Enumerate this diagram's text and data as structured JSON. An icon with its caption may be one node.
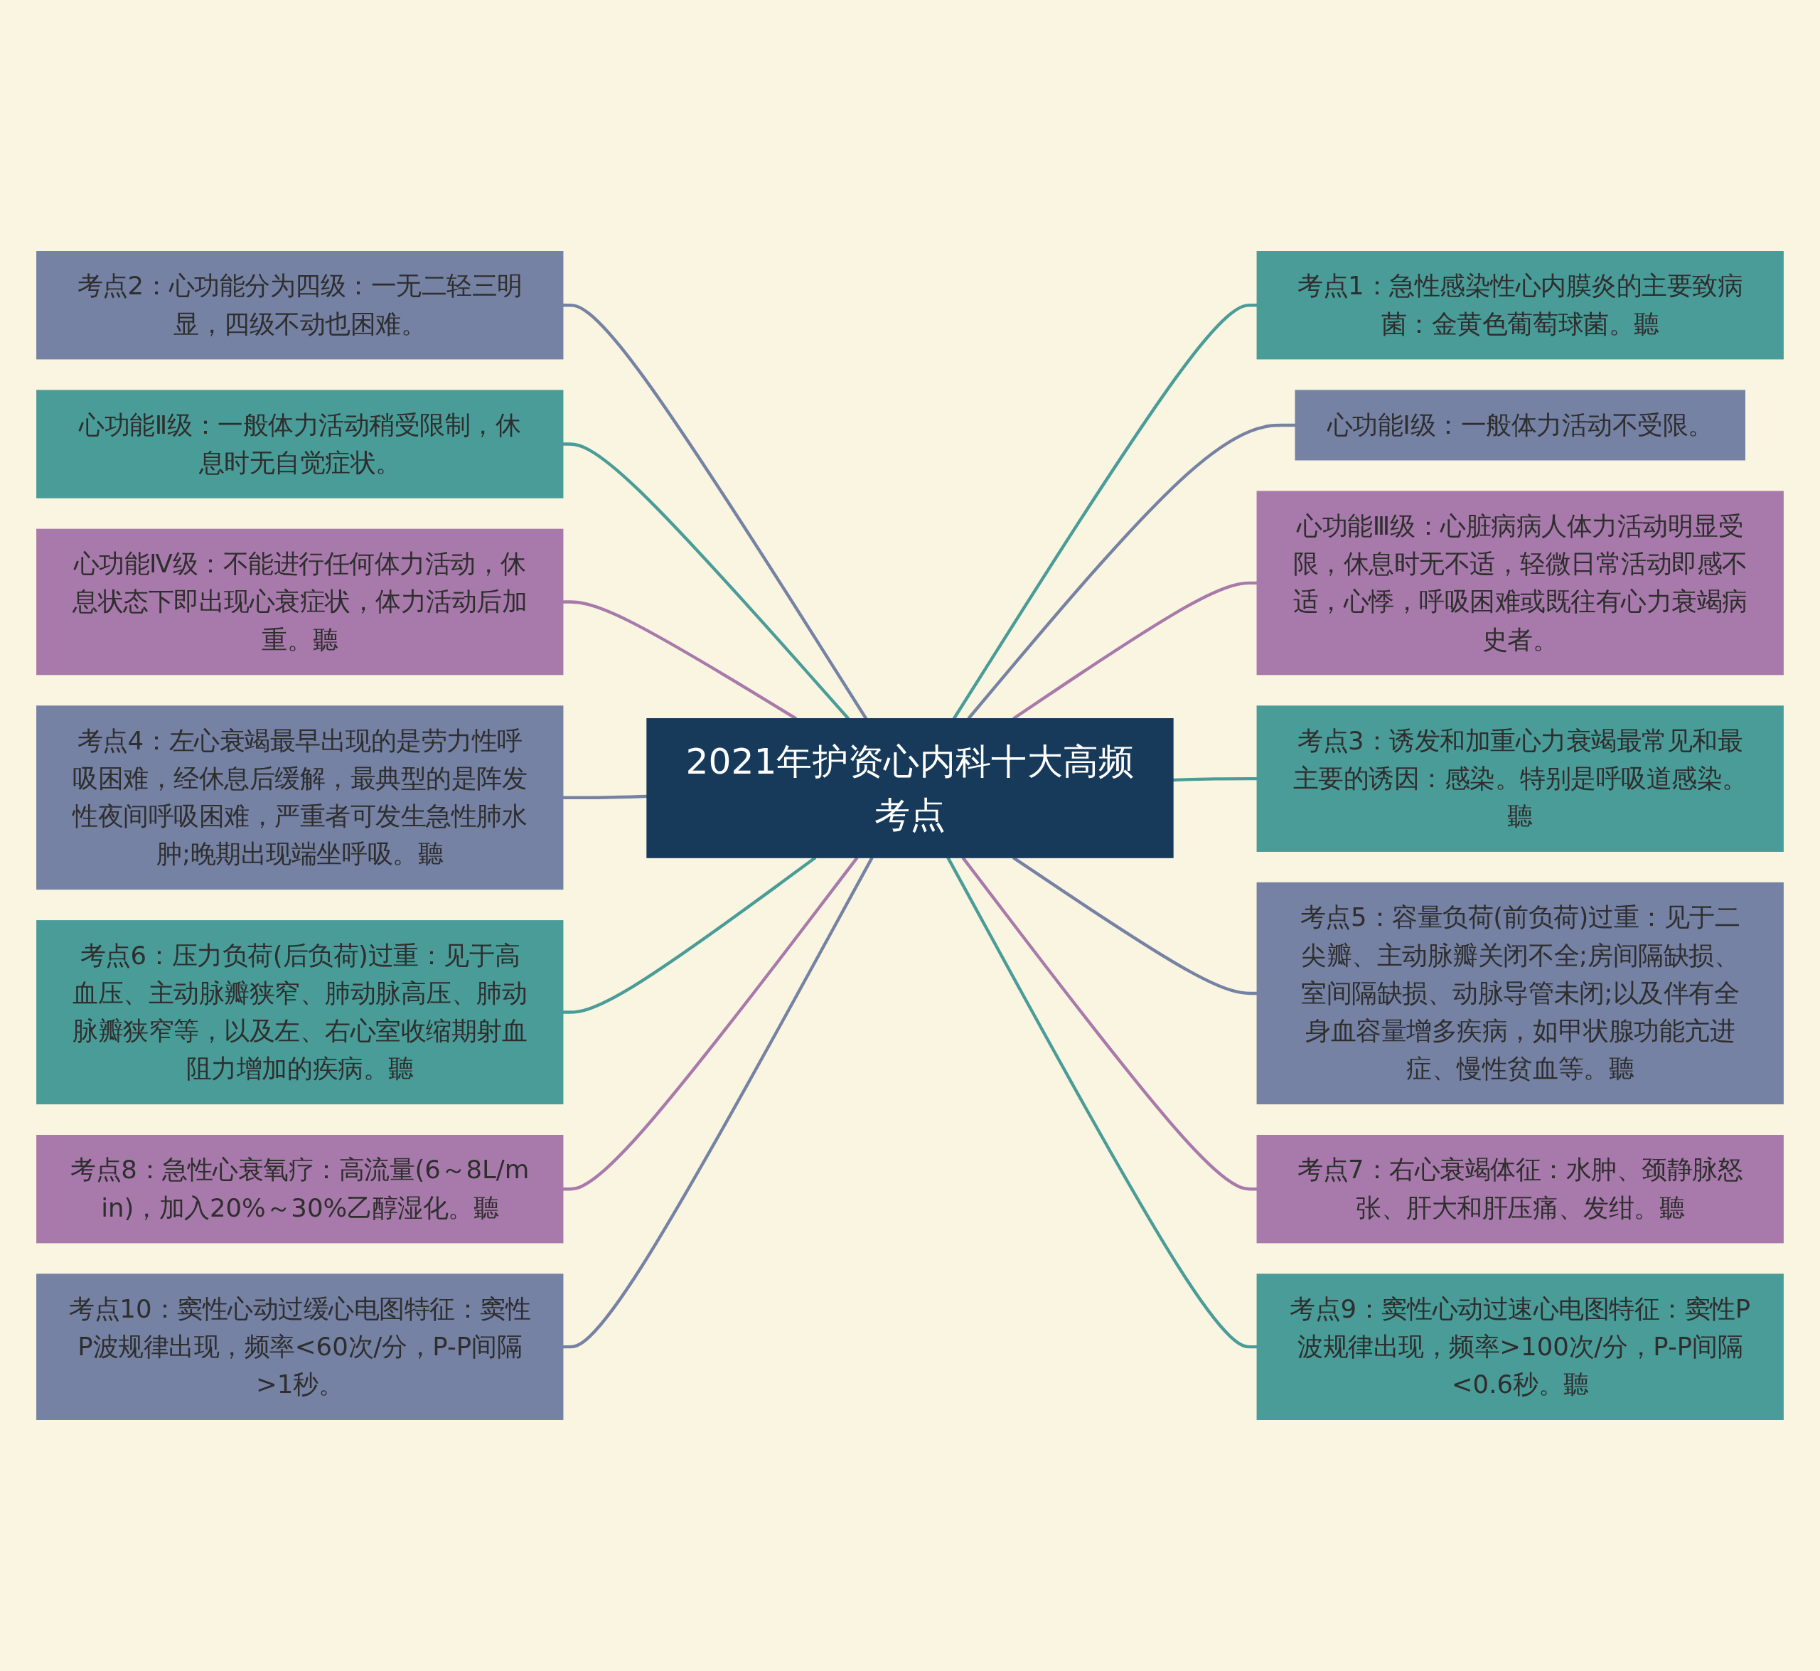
{
  "diagram": {
    "nodes": [
      {
        "text": [
          "2021年护资心内科十大高频考点"
        ]
      },
      {
        "text": [
          "考点1：急性感染性心内膜炎的主要致病菌：金黄色葡萄球菌。聽"
        ]
      },
      {
        "text": [
          "心功能Ⅰ级：一般体力活动不受限。"
        ]
      },
      {
        "text": [
          "心功能Ⅲ级：心脏病病人体力活动明显受限，休息时无不适，轻微日常活动即感不适，心悸，呼吸困难或既往有心力衰竭病史者。"
        ]
      },
      {
        "text": [
          "考点3：诱发和加重心力衰竭最常见和最主要的诱因：感染。特别是呼吸道感染。聽"
        ]
      },
      {
        "text": [
          "考点5：容量负荷(前负荷)过重：见于二尖瓣、主动脉瓣关闭不全;房间隔缺损、室间隔缺损、动脉导管未闭;以及伴有全身血容量增多疾病，如甲状腺功能亢进症、慢性贫血等。聽"
        ]
      },
      {
        "text": [
          "考点7：右心衰竭体征：水肿、颈静脉怒张、肝大和肝压痛、发绀。聽"
        ]
      },
      {
        "text": [
          "考点9：窦性心动过速心电图特征：窦性P波规律出现，频率>100次/分，P-P间隔<0.6秒。聽"
        ]
      },
      {
        "text": [
          "考点2：心功能分为四级：一无二轻三明显，四级不动也困难。"
        ]
      },
      {
        "text": [
          "心功能Ⅱ级：一般体力活动稍受限制，休息时无自觉症状。"
        ]
      },
      {
        "text": [
          "心功能Ⅳ级：不能进行任何体力活动，休息状态下即出现心衰症状，体力活动后加重。聽"
        ]
      },
      {
        "text": [
          "考点4：左心衰竭最早出现的是劳力性呼吸困难，经休息后缓解，最典型的是阵发性夜间呼吸困难，严重者可发生急性肺水肿;晚期出现端坐呼吸。聽"
        ]
      },
      {
        "text": [
          "考点6：压力负荷(后负荷)过重：见于高血压、主动脉瓣狭窄、肺动脉高压、肺动脉瓣狭窄等，以及左、右心室收缩期射血阻力增加的疾病。聽"
        ]
      },
      {
        "text": [
          "考点8：急性心衰氧疗：高流量(6～8L/min)，加入20%～30%乙醇湿化。聽"
        ]
      },
      {
        "text": [
          "考点10：窦性心动过缓心电图特征：窦性P波规律出现，频率<60次/分，P-P间隔>1秒。"
        ]
      }
    ],
    "edges": [
      {
        "from": 0,
        "to": 1,
        "arrow": "none",
        "color": "#4a9c98"
      },
      {
        "from": 0,
        "to": 2,
        "arrow": "none",
        "color": "#7682a4"
      },
      {
        "from": 0,
        "to": 3,
        "arrow": "none",
        "color": "#a87aab"
      },
      {
        "from": 0,
        "to": 4,
        "arrow": "none",
        "color": "#4a9c98"
      },
      {
        "from": 0,
        "to": 5,
        "arrow": "none",
        "color": "#7682a4"
      },
      {
        "from": 0,
        "to": 6,
        "arrow": "none",
        "color": "#a87aab"
      },
      {
        "from": 0,
        "to": 7,
        "arrow": "none",
        "color": "#4a9c98"
      },
      {
        "from": 0,
        "to": 8,
        "arrow": "none",
        "color": "#7682a4"
      },
      {
        "from": 0,
        "to": 9,
        "arrow": "none",
        "color": "#4a9c98"
      },
      {
        "from": 0,
        "to": 10,
        "arrow": "none",
        "color": "#a87aab"
      },
      {
        "from": 0,
        "to": 11,
        "arrow": "none",
        "color": "#7682a4"
      },
      {
        "from": 0,
        "to": 12,
        "arrow": "none",
        "color": "#4a9c98"
      },
      {
        "from": 0,
        "to": 13,
        "arrow": "none",
        "color": "#a87aab"
      },
      {
        "from": 0,
        "to": 14,
        "arrow": "none",
        "color": "#7682a4"
      }
    ]
  }
}
